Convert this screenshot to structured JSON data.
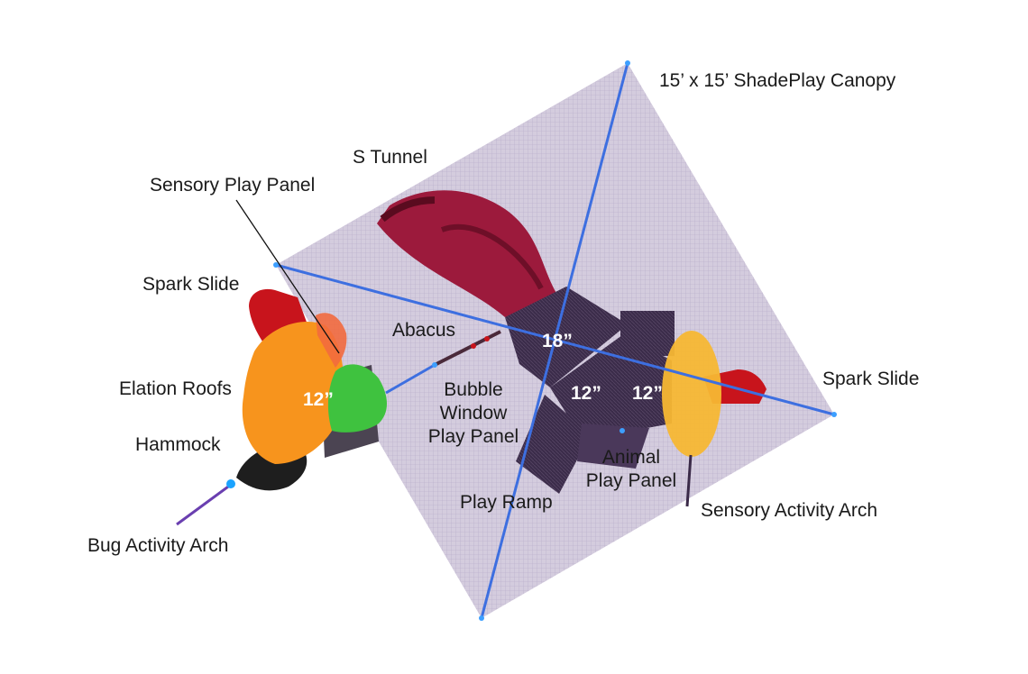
{
  "labels": {
    "canopy": "15’ x 15’ ShadePlay Canopy",
    "s_tunnel": "S Tunnel",
    "sensory_play_panel": "Sensory Play Panel",
    "spark_slide_left": "Spark Slide",
    "abacus": "Abacus",
    "elation_roofs": "Elation Roofs",
    "bubble_window_1": "Bubble",
    "bubble_window_2": "Window",
    "bubble_window_3": "Play Panel",
    "hammock": "Hammock",
    "spark_slide_right": "Spark Slide",
    "animal_play_panel_1": "Animal",
    "animal_play_panel_2": "Play Panel",
    "play_ramp": "Play Ramp",
    "sensory_activity_arch": "Sensory Activity Arch",
    "bug_activity_arch": "Bug Activity Arch"
  },
  "deck_heights": {
    "center": "18”",
    "right_a": "12”",
    "right_b": "12”",
    "left": "12”"
  },
  "colors": {
    "canopy": "#cdc3d8",
    "canopy_grid": "#a99bbd",
    "cable": "#3d6fe0",
    "deck": "#3a2a48",
    "tunnel": "#9a1a3a",
    "slide": "#c8141c",
    "roof_orange": "#f7941d",
    "roof_green": "#3fc23f",
    "roof_salmon": "#f06a40",
    "roof_yellow": "#f7b733",
    "hammock": "#222222"
  }
}
